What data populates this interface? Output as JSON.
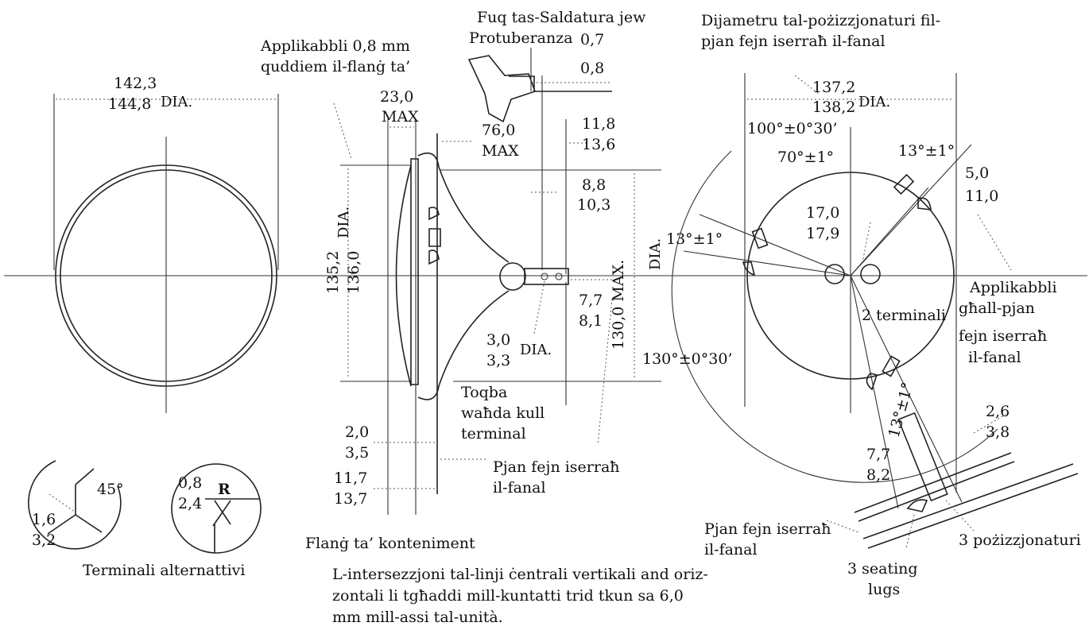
{
  "front_view": {
    "dim_top": "142,3",
    "dim_bottom": "144,8",
    "dim_unit": "DIA."
  },
  "terminals_alt": {
    "caption": "Terminali alternattivi",
    "angle": "45°",
    "a_top": "1,6",
    "a_bottom": "3,2",
    "r_top": "0,8",
    "r_bottom": "2,4",
    "r_label": "R"
  },
  "side_view": {
    "flange_note_1": "Applikabbli 0,8 mm",
    "flange_note_2": "quddiem il-flanġ ta’",
    "depth_top": "23,0",
    "depth_bottom": "MAX",
    "body_dia_top": "135,2",
    "body_dia_bottom": "136,0",
    "body_dia_unit": "DIA.",
    "length_top": "76,0",
    "length_bottom": "MAX",
    "solder_note_1": "Fuq tas-Saldatura jew",
    "solder_note_2": "Protuberanza",
    "solder_top": "0,7",
    "solder_bottom": "0,8",
    "term_a_top": "11,8",
    "term_a_bottom": "13,6",
    "term_b_top": "8,8",
    "term_b_bottom": "10,3",
    "height_value": "130,0 MAX.",
    "height_unit": "DIA.",
    "term_c_top": "7,7",
    "term_c_bottom": "8,1",
    "hole_top": "3,0",
    "hole_bottom": "3,3",
    "hole_unit": "DIA.",
    "hole_note_1": "Toqba",
    "hole_note_2": "waħda kull",
    "hole_note_3": "terminal",
    "flange_a_top": "2,0",
    "flange_a_bottom": "3,5",
    "flange_b_top": "11,7",
    "flange_b_bottom": "13,7",
    "plane_note_1": "Pjan fejn iserraħ",
    "plane_note_2": "il-fanal",
    "flange_caption": "Flanġ ta’ konteniment"
  },
  "rear_view": {
    "title_1": "Dijametru tal-pożizzjonaturi fil-",
    "title_2": "pjan fejn iserraħ il-fanal",
    "dia_top": "137,2",
    "dia_bottom": "138,2",
    "dia_unit": "DIA.",
    "angle_100": "100°±0°30’",
    "angle_70": "70°±1°",
    "angle_13a": "13°±1°",
    "angle_13b": "13°±1°",
    "angle_13c": "13°±1°",
    "angle_130": "130°±0°30’",
    "d1_top": "5,0",
    "d1_bottom": "11,0",
    "d2_top": "17,0",
    "d2_bottom": "17,9",
    "two_terminals": "2 terminali",
    "app_note_1": "Applikabbli",
    "app_note_2": "għall-pjan",
    "app_note_3": "fejn iserraħ",
    "app_note_4": "il-fanal",
    "d3_top": "2,6",
    "d3_bottom": "3,8",
    "d4_top": "7,7",
    "d4_bottom": "8,2",
    "plane_note_1": "Pjan fejn iserraħ",
    "plane_note_2": "il-fanal",
    "positioners": "3 pożizzjonaturi",
    "lugs_1": "3 seating",
    "lugs_2": "lugs"
  },
  "footnote": {
    "line_1": "L-intersezzjoni tal-linji ċentrali vertikali and oriz-",
    "line_2": "zontali li tgħaddi mill-kuntatti trid tkun sa 6,0",
    "line_3": "mm mill-assi tal-unità."
  }
}
